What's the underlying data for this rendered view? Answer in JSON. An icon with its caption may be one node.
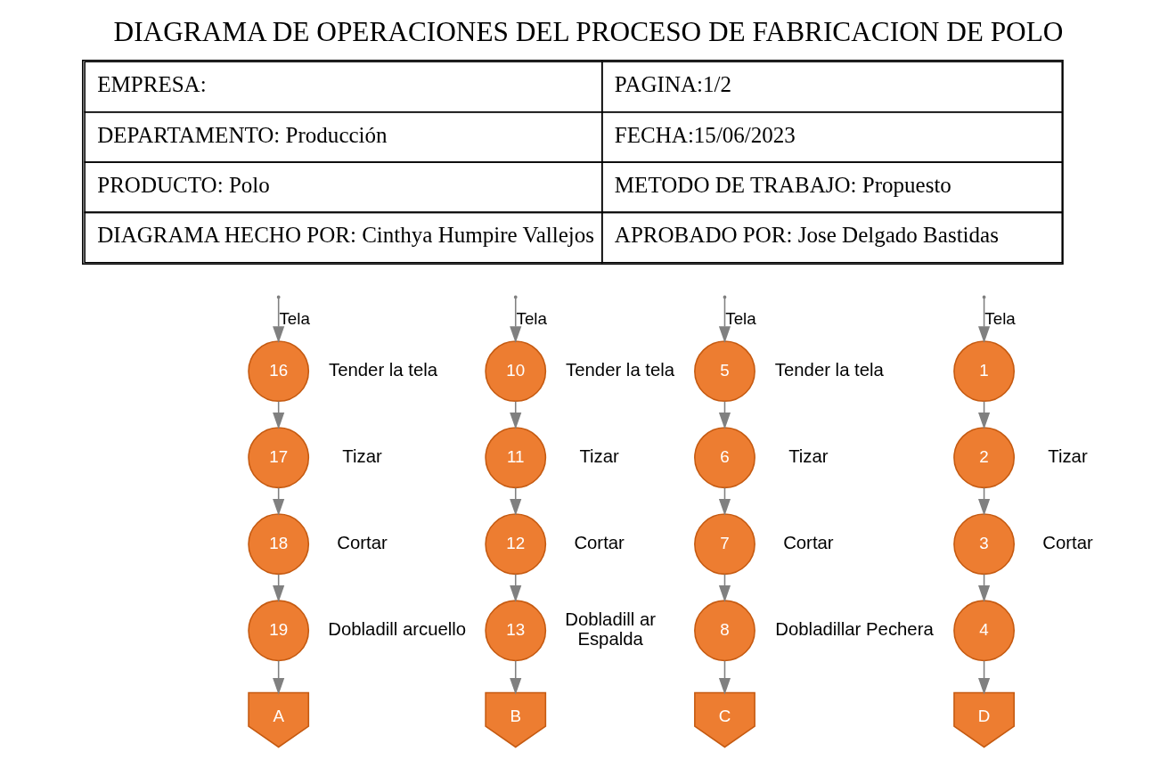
{
  "diagram": {
    "title": "DIAGRAMA DE OPERACIONES DEL PROCESO DE FABRICACION DE POLO",
    "nodes": [
      {
        "text": [
          "16"
        ],
        "beside": [
          "Tender la tela"
        ]
      },
      {
        "text": [
          "17"
        ],
        "beside": [
          "Tizar"
        ]
      },
      {
        "text": [
          "18"
        ],
        "beside": [
          "Cortar"
        ]
      },
      {
        "text": [
          "19"
        ],
        "beside": [
          "Dobladill arcuello"
        ]
      },
      {
        "text": [
          "A"
        ]
      },
      {
        "text": [
          "10"
        ],
        "beside": [
          "Tender la tela"
        ]
      },
      {
        "text": [
          "11"
        ],
        "beside": [
          "Tizar"
        ]
      },
      {
        "text": [
          "12"
        ],
        "beside": [
          "Cortar"
        ]
      },
      {
        "text": [
          "13"
        ],
        "beside": [
          "Dobladill ar",
          "Espalda"
        ]
      },
      {
        "text": [
          "B"
        ]
      },
      {
        "text": [
          "5"
        ],
        "beside": [
          "Tender la tela"
        ]
      },
      {
        "text": [
          "6"
        ],
        "beside": [
          "Tizar"
        ]
      },
      {
        "text": [
          "7"
        ],
        "beside": [
          "Cortar"
        ]
      },
      {
        "text": [
          "8"
        ],
        "beside": [
          "Dobladillar Pechera"
        ]
      },
      {
        "text": [
          "C"
        ]
      },
      {
        "text": [
          "1"
        ]
      },
      {
        "text": [
          "2"
        ],
        "beside": [
          "Tizar"
        ]
      },
      {
        "text": [
          "3"
        ],
        "beside": [
          "Cortar"
        ]
      },
      {
        "text": [
          "4"
        ]
      },
      {
        "text": [
          "D"
        ]
      }
    ],
    "edges": [
      {
        "from": null,
        "to": 0,
        "arrow": "to",
        "label": "Tela"
      },
      {
        "from": 0,
        "to": 1,
        "arrow": "to"
      },
      {
        "from": 1,
        "to": 2,
        "arrow": "to"
      },
      {
        "from": 2,
        "to": 3,
        "arrow": "to"
      },
      {
        "from": 3,
        "to": 4,
        "arrow": "to"
      },
      {
        "from": null,
        "to": 5,
        "arrow": "to",
        "label": "Tela"
      },
      {
        "from": 5,
        "to": 6,
        "arrow": "to"
      },
      {
        "from": 6,
        "to": 7,
        "arrow": "to"
      },
      {
        "from": 7,
        "to": 8,
        "arrow": "to"
      },
      {
        "from": 8,
        "to": 9,
        "arrow": "to"
      },
      {
        "from": null,
        "to": 10,
        "arrow": "to",
        "label": "Tela"
      },
      {
        "from": 10,
        "to": 11,
        "arrow": "to"
      },
      {
        "from": 11,
        "to": 12,
        "arrow": "to"
      },
      {
        "from": 12,
        "to": 13,
        "arrow": "to"
      },
      {
        "from": 13,
        "to": 14,
        "arrow": "to"
      },
      {
        "from": null,
        "to": 15,
        "arrow": "to",
        "label": "Tela"
      },
      {
        "from": 15,
        "to": 16,
        "arrow": "to"
      },
      {
        "from": 16,
        "to": 17,
        "arrow": "to"
      },
      {
        "from": 17,
        "to": 18,
        "arrow": "to"
      },
      {
        "from": 18,
        "to": 19,
        "arrow": "to"
      }
    ],
    "labels": [
      "EMPRESA:",
      "PAGINA:1/2",
      "DEPARTAMENTO: Producción",
      "FECHA:15/06/2023",
      "PRODUCTO: Polo",
      "METODO DE TRABAJO: Propuesto",
      "DIAGRAMA HECHO POR: Cinthya Humpire Vallejos",
      "APROBADO POR: Jose Delgado Bastidas"
    ]
  }
}
